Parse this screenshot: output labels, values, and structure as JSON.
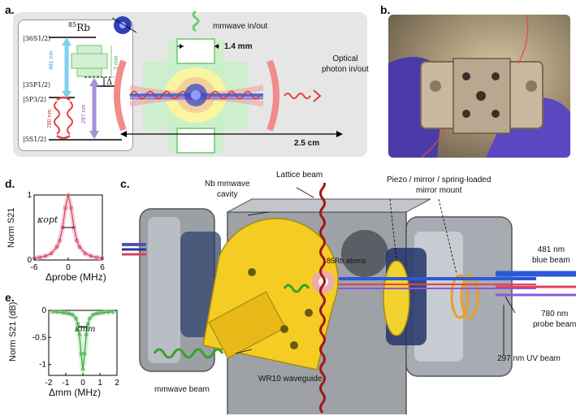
{
  "panel_a": {
    "letter": "a.",
    "atom_label": "85Rb",
    "atom_sup": "85",
    "atom_sym": "Rb",
    "levels": [
      "|36S1/2⟩",
      "|35P1/2⟩",
      "|5P3/2⟩",
      "|5S1/2⟩"
    ],
    "delta": "Δ",
    "wl_481": "481 nm",
    "wl_297": "297 nm",
    "wl_780": "780 nm",
    "dim_3mm": "3 mm",
    "mmwave_io": "mmwave in/out",
    "dim_14mm": "1.4 mm",
    "optical_io": "Optical\nphoton in/out",
    "dim_25cm": "2.5 cm"
  },
  "panel_b": {
    "letter": "b."
  },
  "panel_d": {
    "letter": "d.",
    "ylabel": "Norm S21",
    "xlabel": "Δprobe (MHz)",
    "kappa": "κopt",
    "xticks": [
      "-6",
      "0",
      "6"
    ],
    "yticks": [
      "0",
      "1"
    ]
  },
  "panel_e": {
    "letter": "e.",
    "ylabel": "Norm S21 (dB)",
    "xlabel": "Δmm (MHz)",
    "kappa": "κmm",
    "xticks": [
      "-2",
      "-1",
      "0",
      "1",
      "2"
    ],
    "yticks": [
      "0",
      "-0.5",
      "-1"
    ]
  },
  "panel_c": {
    "letter": "c.",
    "nb_cavity": "Nb mmwave\ncavity",
    "lattice": "Lattice beam",
    "piezo": "Piezo / mirror / spring-loaded\nmirror mount",
    "rb_atoms": "85Rb atoms",
    "beam_481": "481 nm\nblue beam",
    "beam_780": "780 nm\nprobe beam",
    "beam_297": "297 nm UV beam",
    "waveguide": "WR10 waveguide",
    "mmwave_beam": "mmwave beam"
  },
  "chart_data": [
    {
      "type": "line",
      "title": "",
      "xlabel": "Δprobe (MHz)",
      "ylabel": "Norm S21",
      "xlim": [
        -6,
        6
      ],
      "ylim": [
        0,
        1
      ],
      "xticks": [
        -6,
        0,
        6
      ],
      "yticks": [
        0,
        1
      ],
      "series": [
        {
          "x": [
            -6,
            -5,
            -4,
            -3,
            -2,
            -1.5,
            -1,
            -0.5,
            0,
            0.5,
            1,
            1.5,
            2,
            3,
            4,
            5,
            6
          ],
          "y": [
            0.03,
            0.04,
            0.06,
            0.1,
            0.2,
            0.3,
            0.5,
            0.8,
            1.0,
            0.8,
            0.5,
            0.3,
            0.2,
            0.1,
            0.06,
            0.04,
            0.03
          ]
        }
      ]
    },
    {
      "type": "line",
      "title": "",
      "xlabel": "Δmm (MHz)",
      "ylabel": "Norm S21 (dB)",
      "xlim": [
        -2,
        2
      ],
      "ylim": [
        -1.2,
        0
      ],
      "xticks": [
        -2,
        -1,
        0,
        1,
        2
      ],
      "yticks": [
        0,
        -0.5,
        -1
      ],
      "series": [
        {
          "x": [
            -1.8,
            -1.5,
            -1.2,
            -1,
            -0.8,
            -0.6,
            -0.4,
            -0.3,
            -0.2,
            -0.1,
            0,
            0.1,
            0.2,
            0.3,
            0.4,
            0.6,
            0.8,
            1,
            1.2,
            1.5,
            1.8
          ],
          "y": [
            -0.03,
            -0.03,
            -0.04,
            -0.05,
            -0.06,
            -0.08,
            -0.15,
            -0.25,
            -0.45,
            -0.8,
            -1.1,
            -0.8,
            -0.45,
            -0.25,
            -0.15,
            -0.08,
            -0.06,
            -0.05,
            -0.04,
            -0.03,
            -0.03
          ]
        }
      ]
    }
  ]
}
